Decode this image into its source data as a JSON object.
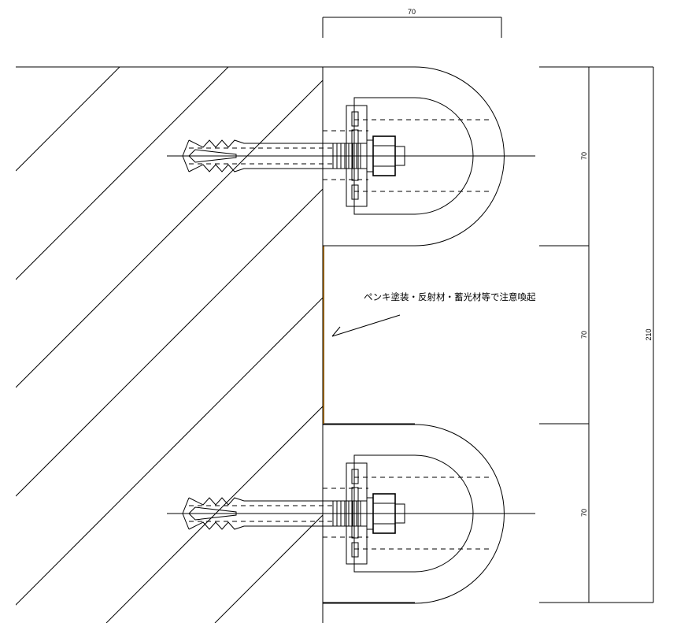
{
  "dimensions": {
    "top_width": "70",
    "segment_upper": "70",
    "segment_middle": "70",
    "segment_lower": "70",
    "total_height": "210"
  },
  "annotation": {
    "note": "ペンキ塗装・反射材・蓄光材等で注意喚起"
  },
  "colors": {
    "line": "#000000",
    "paint_strip": "#8a5a00",
    "background": "#ffffff"
  }
}
